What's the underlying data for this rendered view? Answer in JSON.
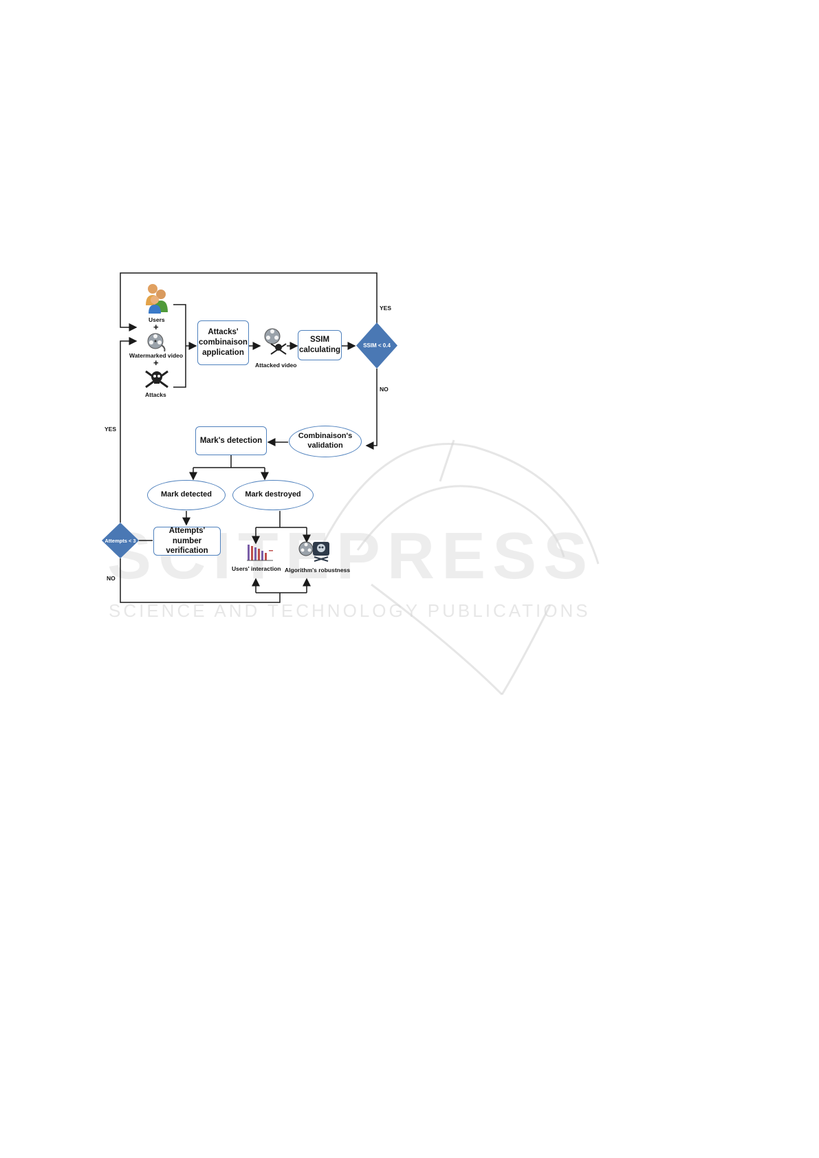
{
  "watermark": {
    "brand": "SCITEPRESS",
    "tagline": "SCIENCE AND TECHNOLOGY PUBLICATIONS"
  },
  "diagram": {
    "inputs": {
      "users": "Users",
      "watermarked_video": "Watermarked video",
      "attacks": "Attacks",
      "plus": "+"
    },
    "attacks_application": "Attacks' combinaison application",
    "attacked_video": "Attacked video",
    "ssim_calculating": "SSIM calculating",
    "ssim_decision": "SSIM < 0.4",
    "ssim_yes": "YES",
    "ssim_no": "NO",
    "combination_validation": "Combinaison's validation",
    "mark_detection": "Mark's detection",
    "mark_detected": "Mark detected",
    "mark_destroyed": "Mark destroyed",
    "attempts_verification": "Attempts' number verification",
    "attempts_decision": "Attempts < 3",
    "attempts_yes": "YES",
    "attempts_no": "NO",
    "users_interaction": "Users' interaction",
    "algorithm_robustness": "Algorithm's robustness"
  },
  "colors": {
    "box_border": "#4f81bd",
    "diamond_fill": "#4a78b4",
    "line": "#1a1a1a"
  },
  "icons": [
    "users-icon",
    "film-reel-icon",
    "pirate-skull-icon",
    "bar-chart-icon",
    "robustness-icon"
  ]
}
